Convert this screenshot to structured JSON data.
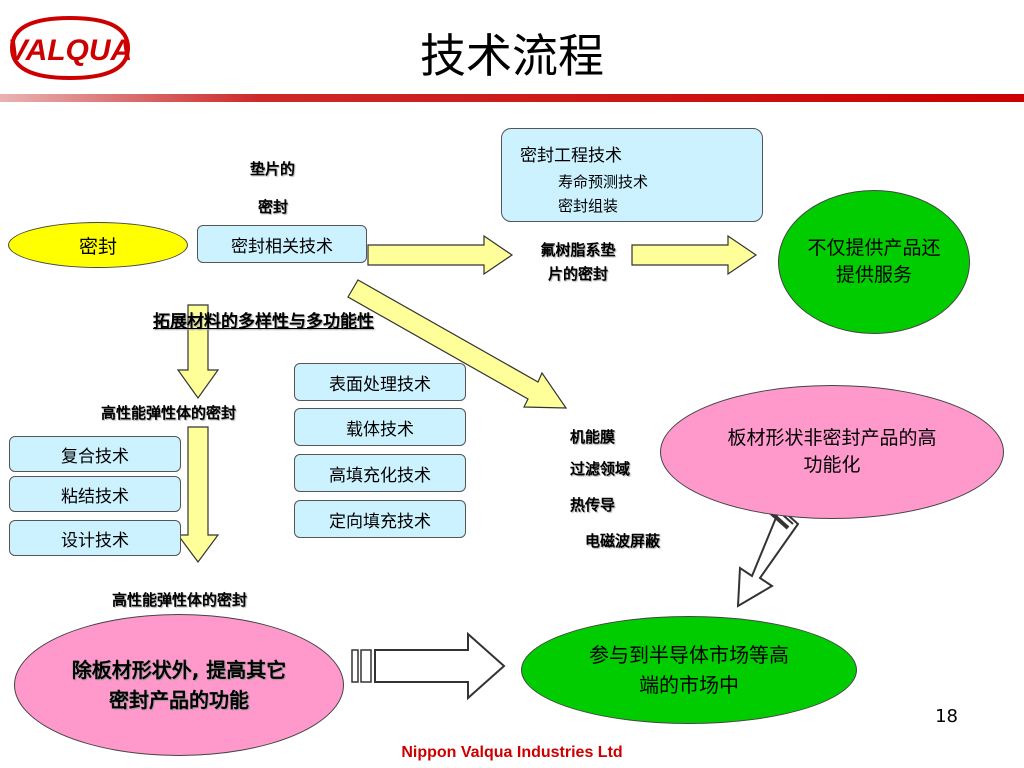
{
  "logo_text": "VALQUA",
  "title": "技术流程",
  "seal": "密封",
  "seal_tech": "密封相关技术",
  "gasket_label": [
    "垫片的",
    "密封"
  ],
  "eng_box": {
    "title": "密封工程技术",
    "items": [
      "寿命预测技术",
      "密封组装"
    ]
  },
  "fluoro_label": "氟树脂系垫片的密封",
  "service_oval": "不仅提供产品还提供服务",
  "diversity_label": "拓展材料的多样性与多功能性",
  "elastomer_label_1": "高性能弹性体的密封",
  "elastomer_label_2": "高性能弹性体的密封",
  "left_techs": [
    "复合技术",
    "粘结技术",
    "设计技术"
  ],
  "mid_techs": [
    "表面处理技术",
    "载体技术",
    "高填充化技术",
    "定向填充技术"
  ],
  "func_items": [
    "机能膜",
    "过滤领域",
    "热传导",
    "电磁波屏蔽"
  ],
  "sheet_oval": "板材形状非密封产品的高功能化",
  "other_oval": "除板材形状外, 提高其它密封产品的功能",
  "semi_oval": "参与到半导体市场等高端的市场中",
  "page_number": "18",
  "footer": "Nippon Valqua Industries Ltd",
  "colors": {
    "brand_red": "#cc0000",
    "box_blue": "#ccf2ff",
    "arrow_yellow": "#ffff99",
    "oval_yellow": "#ffff00",
    "oval_green": "#00cc00",
    "oval_pink": "#ff99cc"
  }
}
